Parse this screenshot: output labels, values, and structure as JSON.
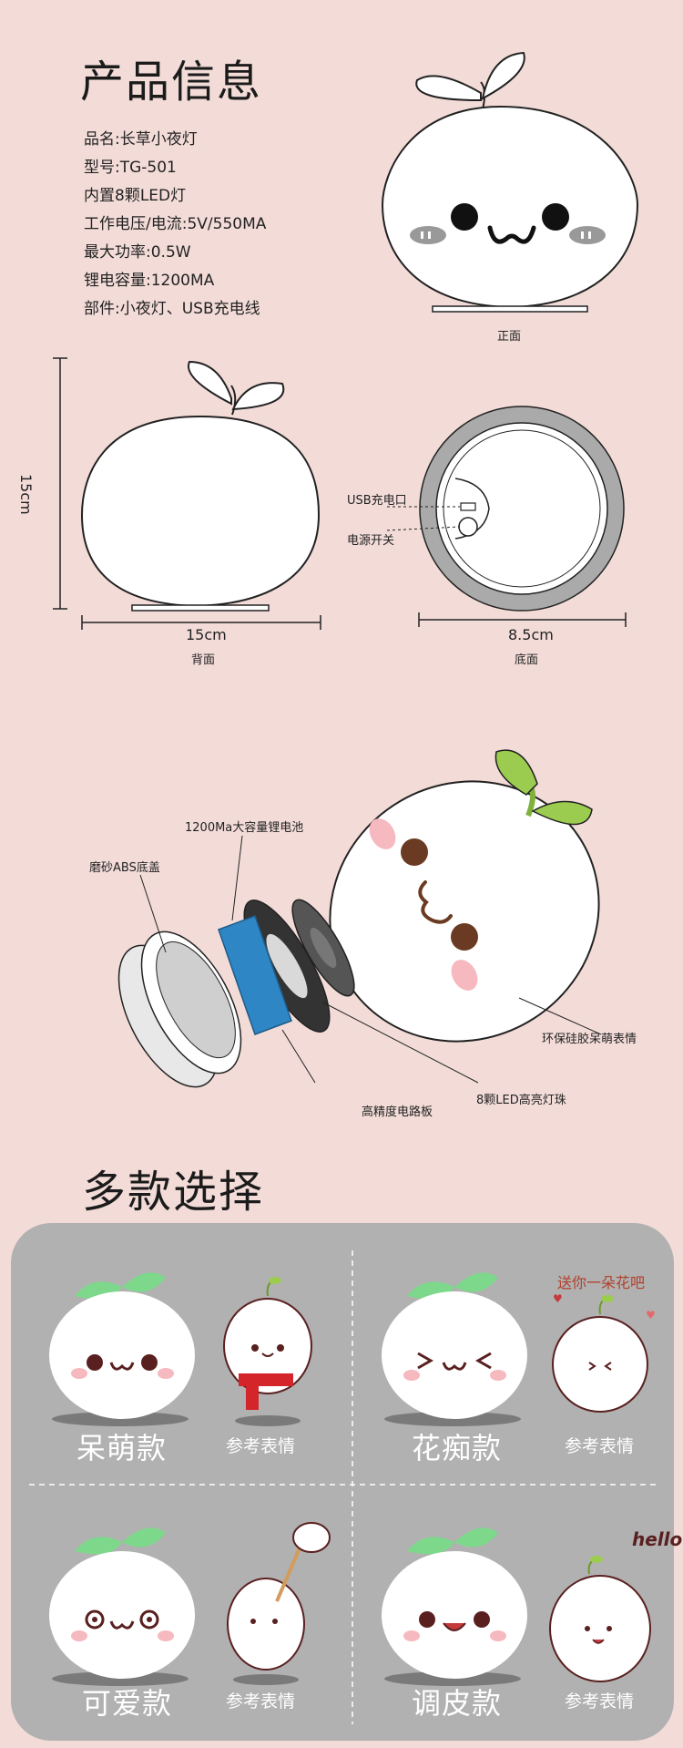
{
  "product_info": {
    "title": "产品信息",
    "specs": [
      "品名:长草小夜灯",
      "型号:TG-501",
      "内置8颗LED灯",
      "工作电压/电流:5V/550MA",
      "最大功率:0.5W",
      "锂电容量:1200MA",
      "部件:小夜灯、USB充电线"
    ]
  },
  "views": {
    "front_label": "正面",
    "back_label": "背面",
    "bottom_label": "底面",
    "height_dim": "15cm",
    "width_dim": "15cm",
    "base_dim": "8.5cm",
    "usb_label": "USB充电口",
    "switch_label": "电源开关"
  },
  "exploded": {
    "battery": "1200Ma大容量锂电池",
    "base": "磨砂ABS底盖",
    "silicone": "环保硅胶呆萌表情",
    "board": "高精度电路板",
    "led": "8颗LED高亮灯珠"
  },
  "variants_section": {
    "title": "多款选择",
    "items": [
      {
        "name": "呆萌款",
        "ref": "参考表情"
      },
      {
        "name": "花痴款",
        "ref": "参考表情",
        "sticker_text": "送你一朵花吧"
      },
      {
        "name": "可爱款",
        "ref": "参考表情"
      },
      {
        "name": "调皮款",
        "ref": "参考表情",
        "sticker_text": "hello"
      }
    ]
  },
  "colors": {
    "background": "#f3dcd8",
    "panel": "#b1b1b1",
    "leaf_green": "#9ccc4f",
    "battery_blue": "#2f86c4",
    "cheek_pink": "#f6b9bf"
  }
}
